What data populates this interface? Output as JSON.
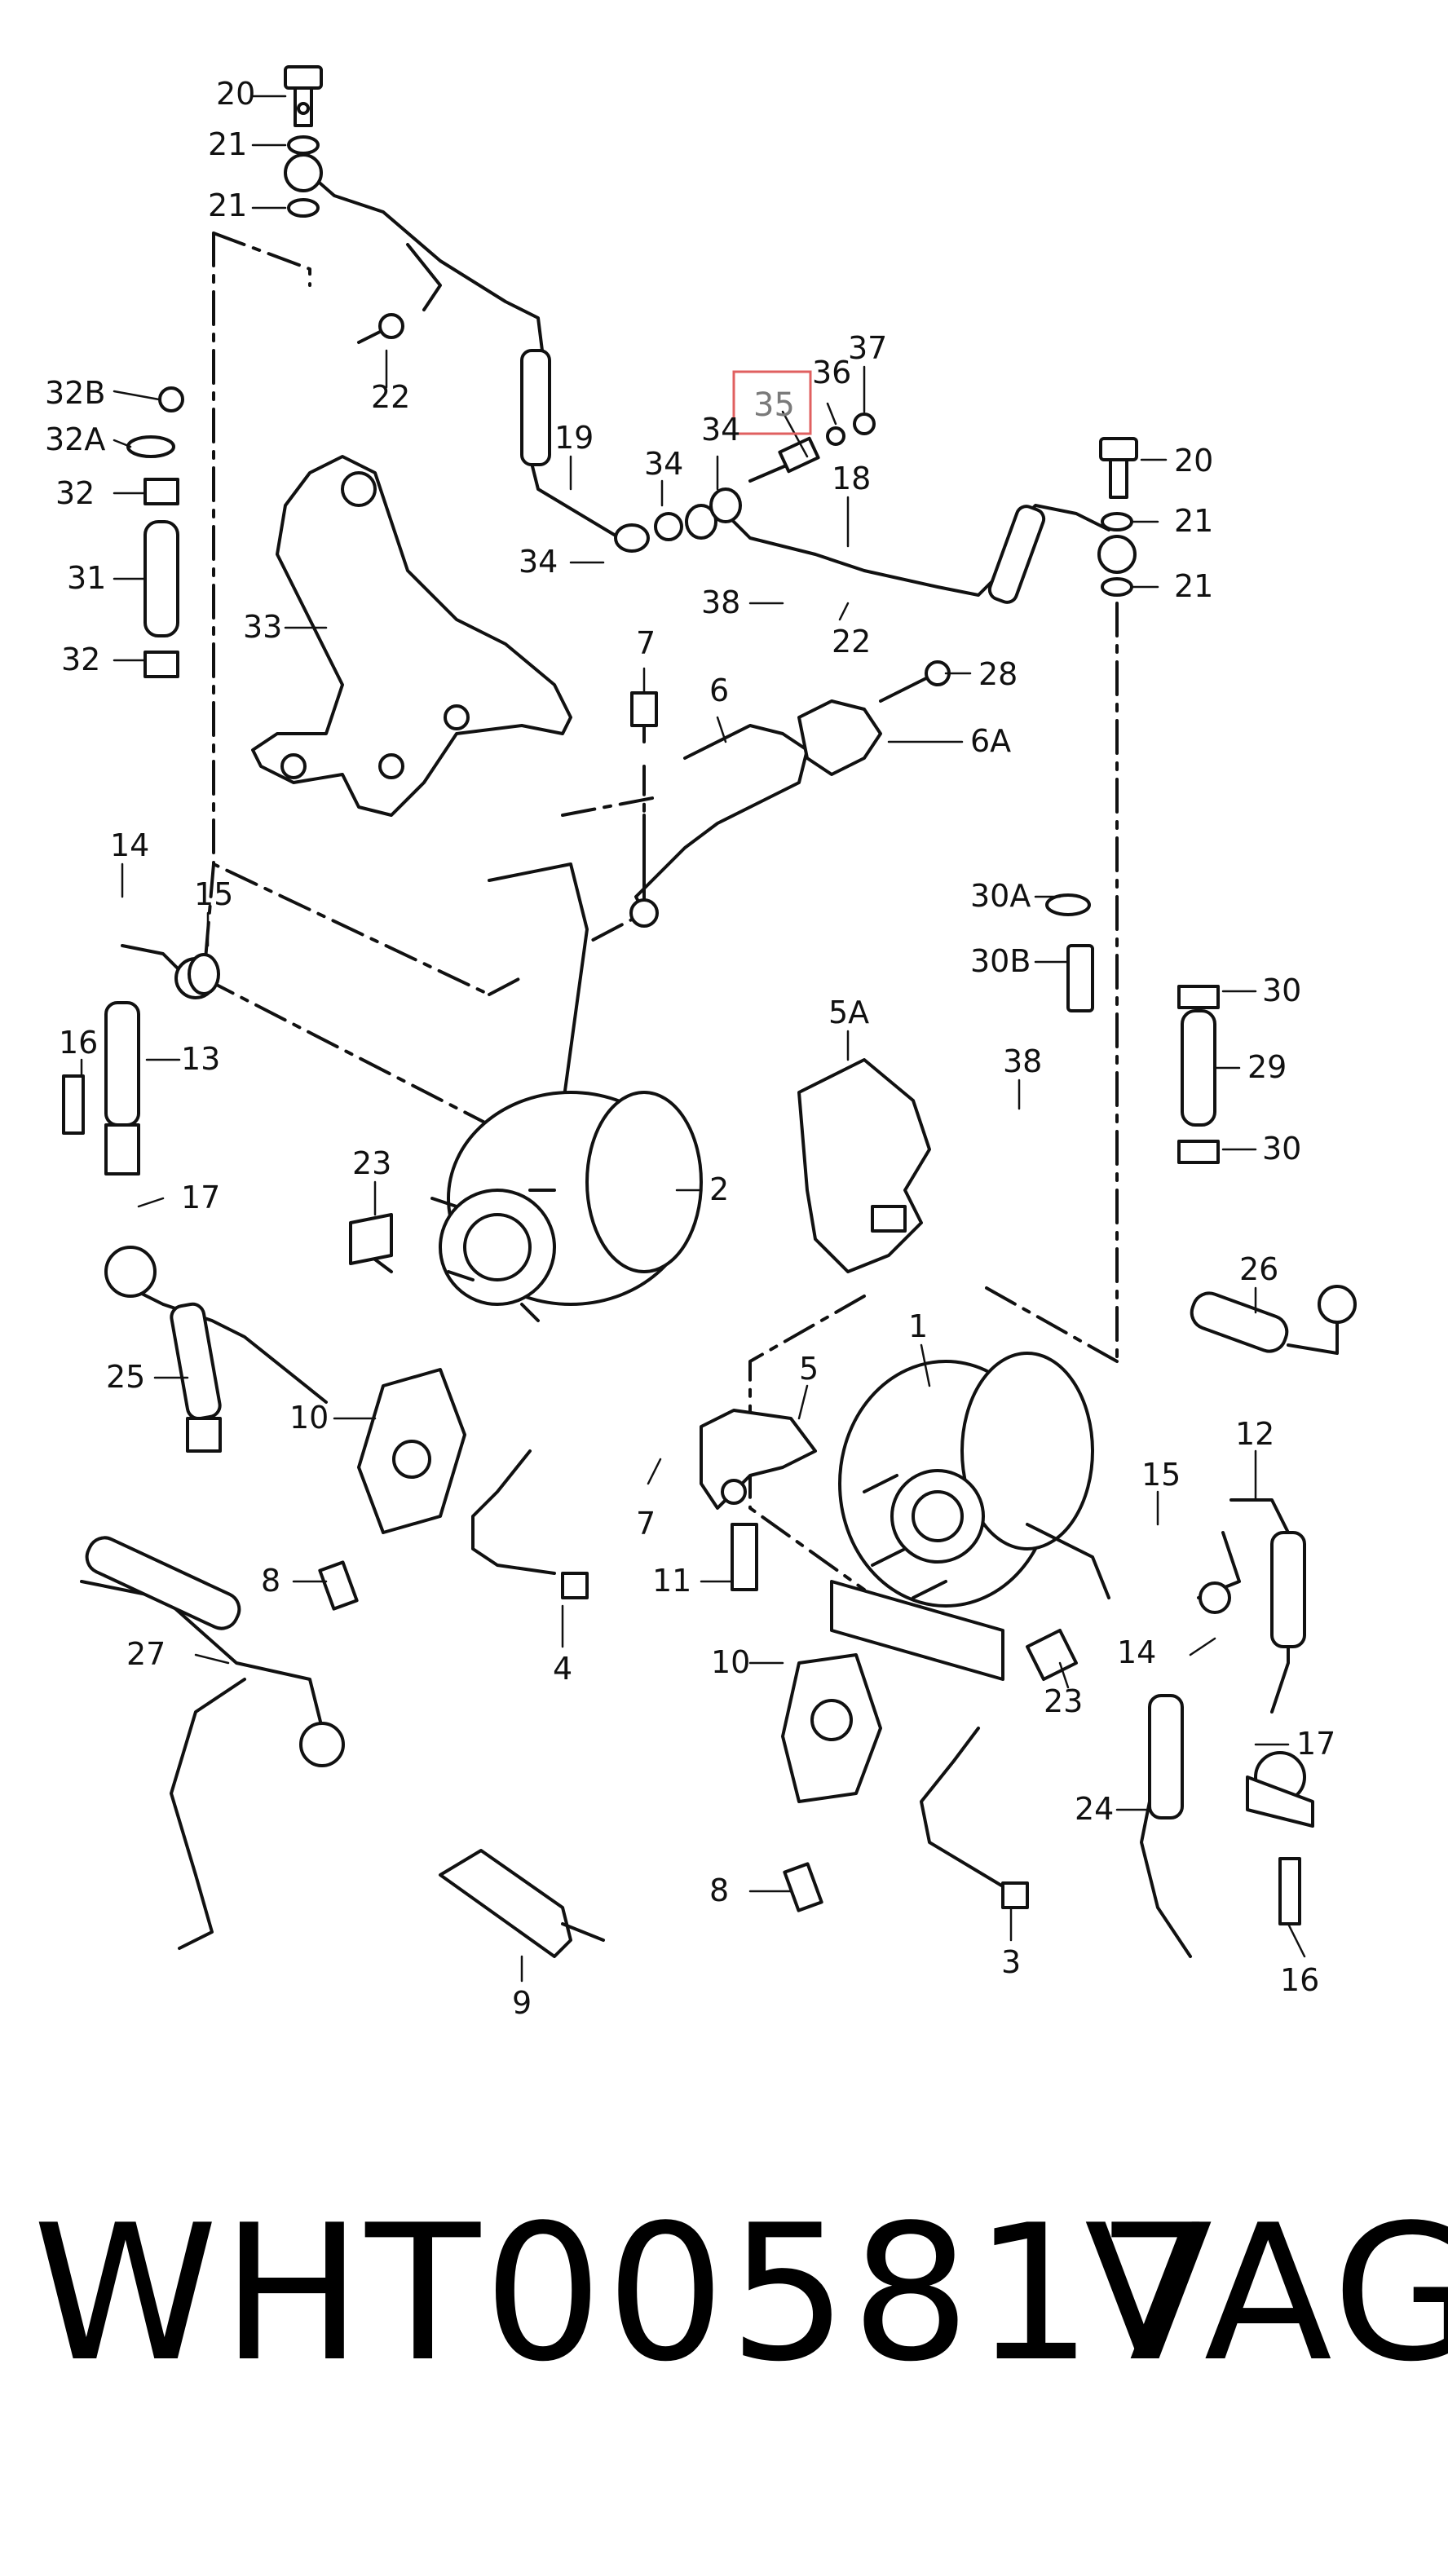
{
  "diagram": {
    "callouts": [
      {
        "text": "20"
      },
      {
        "text": "21"
      },
      {
        "text": "21"
      },
      {
        "text": "22"
      },
      {
        "text": "32B"
      },
      {
        "text": "32A"
      },
      {
        "text": "32"
      },
      {
        "text": "31"
      },
      {
        "text": "32"
      },
      {
        "text": "33"
      },
      {
        "text": "19"
      },
      {
        "text": "34"
      },
      {
        "text": "34"
      },
      {
        "text": "34"
      },
      {
        "text": "35"
      },
      {
        "text": "36"
      },
      {
        "text": "37"
      },
      {
        "text": "18"
      },
      {
        "text": "20"
      },
      {
        "text": "21"
      },
      {
        "text": "21"
      },
      {
        "text": "38"
      },
      {
        "text": "22"
      },
      {
        "text": "7"
      },
      {
        "text": "6"
      },
      {
        "text": "28"
      },
      {
        "text": "6A"
      },
      {
        "text": "14"
      },
      {
        "text": "15"
      },
      {
        "text": "16"
      },
      {
        "text": "13"
      },
      {
        "text": "30A"
      },
      {
        "text": "30B"
      },
      {
        "text": "30"
      },
      {
        "text": "29"
      },
      {
        "text": "30"
      },
      {
        "text": "5A"
      },
      {
        "text": "38"
      },
      {
        "text": "23"
      },
      {
        "text": "2"
      },
      {
        "text": "17"
      },
      {
        "text": "25"
      },
      {
        "text": "26"
      },
      {
        "text": "1"
      },
      {
        "text": "10"
      },
      {
        "text": "5"
      },
      {
        "text": "12"
      },
      {
        "text": "7"
      },
      {
        "text": "15"
      },
      {
        "text": "11"
      },
      {
        "text": "8"
      },
      {
        "text": "4"
      },
      {
        "text": "14"
      },
      {
        "text": "27"
      },
      {
        "text": "10"
      },
      {
        "text": "23"
      },
      {
        "text": "17"
      },
      {
        "text": "24"
      },
      {
        "text": "8"
      },
      {
        "text": "3"
      },
      {
        "text": "16"
      },
      {
        "text": "9"
      }
    ],
    "highlight_color": "#e06060"
  },
  "caption": {
    "part_number": "WHT005817",
    "brand": "VAG"
  }
}
